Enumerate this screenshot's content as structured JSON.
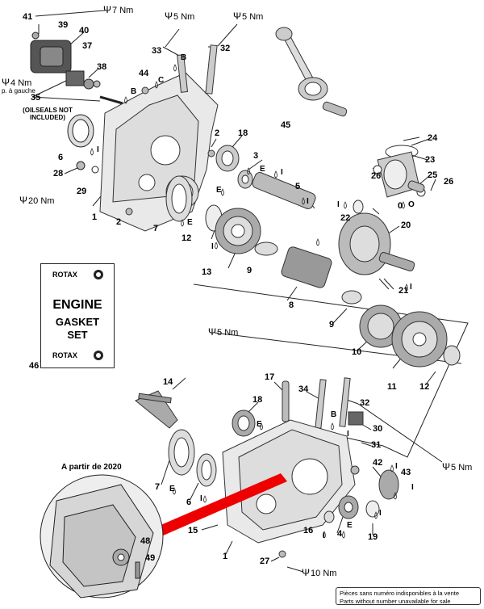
{
  "callouts": {
    "c41": "41",
    "c39": "39",
    "c40": "40",
    "c37": "37",
    "c38": "38",
    "c35": "35",
    "c6a": "6",
    "c28": "28",
    "c29": "29",
    "c1a": "1",
    "c2a": "2",
    "c33": "33",
    "c32a": "32",
    "c44": "44",
    "c45": "45",
    "c24": "24",
    "c23": "23",
    "c26a": "26",
    "c26b": "26",
    "c25": "25",
    "c0": "0",
    "c2b": "2",
    "c18a": "18",
    "c3": "3",
    "c5": "5",
    "c7a": "7",
    "c12a": "12",
    "c13": "13",
    "c9a": "9",
    "c22": "22",
    "c20": "20",
    "c21": "21",
    "c8": "8",
    "c9b": "9",
    "c10": "10",
    "c11": "11",
    "c12b": "12",
    "c46": "46",
    "c14": "14",
    "c17": "17",
    "c34": "34",
    "c32b": "32",
    "c18b": "18",
    "c30": "30",
    "c31": "31",
    "c42": "42",
    "c43": "43",
    "c7b": "7",
    "c6b": "6",
    "c15": "15",
    "c16": "16",
    "c4": "4",
    "c19": "19",
    "c1b": "1",
    "c27": "27",
    "c48": "48",
    "c49": "49"
  },
  "torques": {
    "t7": "7 Nm",
    "t5a": "5 Nm",
    "t5b": "5 Nm",
    "t4": "4 Nm",
    "t20": "20 Nm",
    "t5c": "5 Nm",
    "t5d": "5 Nm",
    "t10": "10 Nm"
  },
  "notes": {
    "side": "p. à gauche",
    "oilseals": "(OILSEALS NOT INCLUDED)"
  },
  "kit": {
    "brand_top": "ROTAX",
    "line1": "ENGINE",
    "line2": "GASKET",
    "line3": "SET",
    "brand_bottom": "ROTAX"
  },
  "inset_title": "A partir de 2020",
  "footer": {
    "fr": "Pièces sans numéro indisponibles à la vente",
    "en": "Parts without number unavailable for sale"
  },
  "lube_letters": {
    "B1": "B",
    "B2": "B",
    "B3": "B",
    "C1": "C",
    "E1": "E",
    "E2": "E",
    "E3": "E",
    "E4": "E",
    "E5": "E",
    "E6": "E",
    "I1": "I",
    "I2": "I",
    "I3": "I",
    "I4": "I",
    "I5": "I",
    "I6": "I",
    "I7": "I",
    "I8": "I",
    "I9": "I",
    "I10": "I",
    "I11": "I",
    "I12": "I",
    "O1": "O"
  }
}
